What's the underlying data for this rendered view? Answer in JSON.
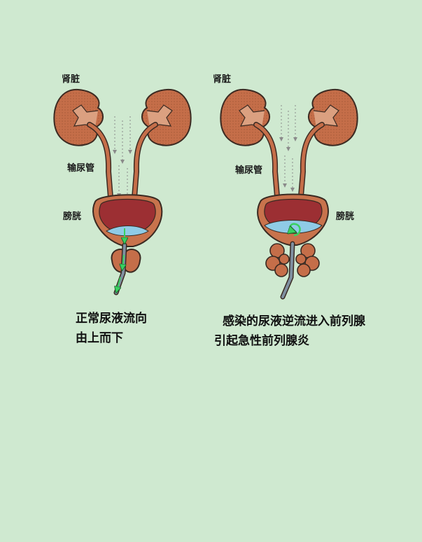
{
  "left": {
    "kidney_label": "肾脏",
    "ureter_label": "输尿管",
    "bladder_label": "膀胱",
    "caption_line1": "正常尿液流向",
    "caption_line2": "由上而下"
  },
  "right": {
    "kidney_label": "肾脏",
    "ureter_label": "输尿管",
    "bladder_label": "膀胱",
    "caption_line1": "感染的尿液逆流进入前列腺",
    "caption_line2": "引起急性前列腺炎"
  },
  "colors": {
    "background": "#cfe9d0",
    "kidney": "#c56e49",
    "bladder_wall": "#c8734c",
    "bladder_inner": "#9c2f33",
    "urine": "#8fcbe6",
    "flow_arrow": "#39d160",
    "outline": "#3a2a22"
  }
}
